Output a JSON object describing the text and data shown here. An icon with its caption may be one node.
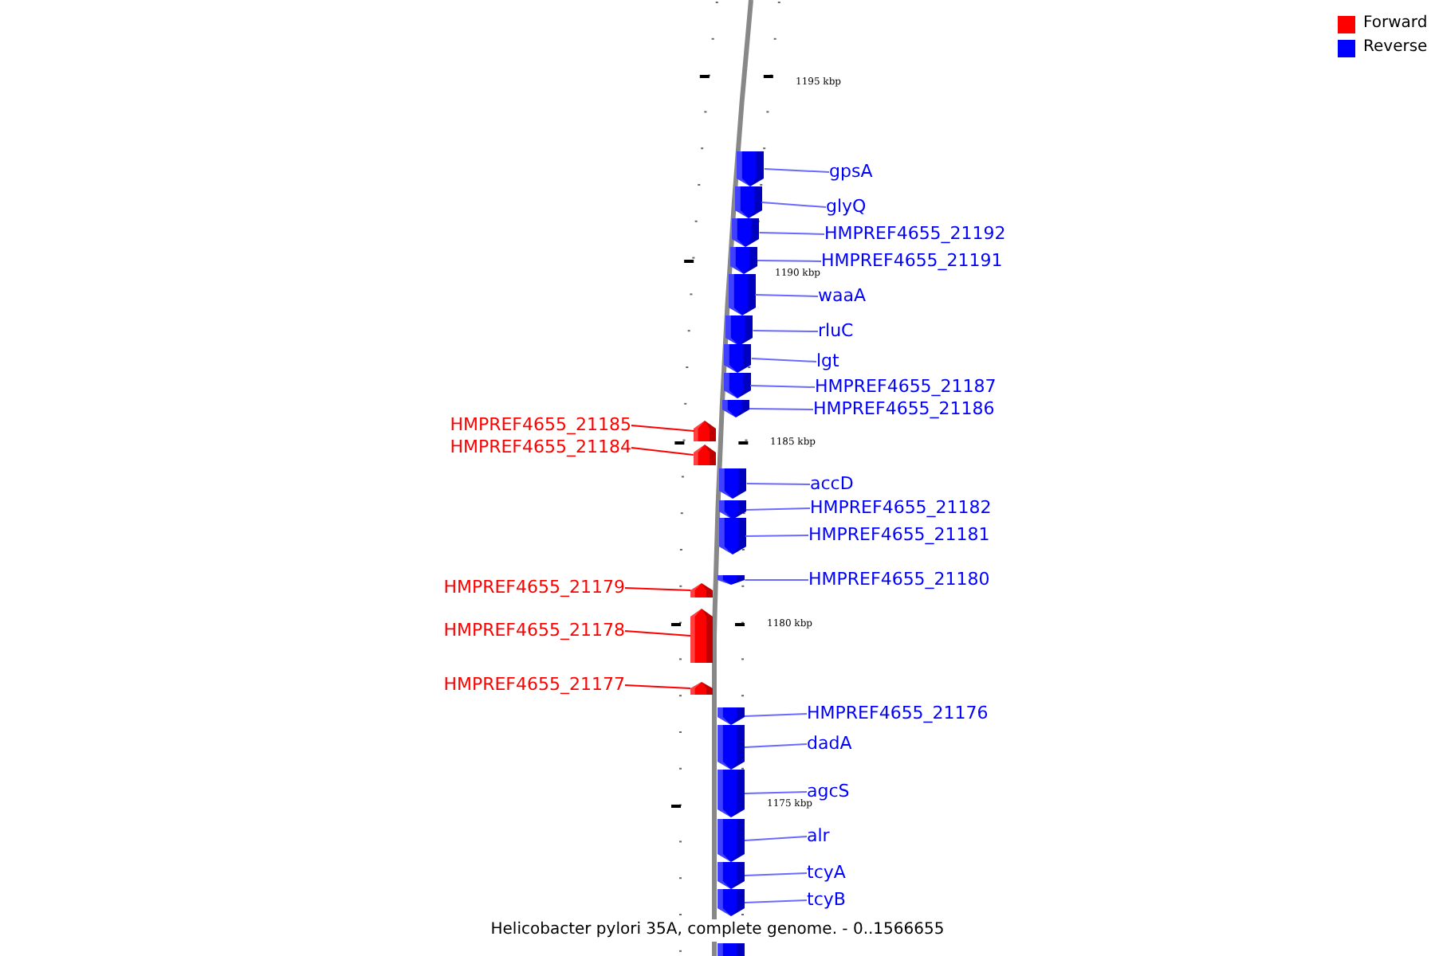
{
  "diagram": {
    "caption": "Helicobacter pylori 35A, complete genome. - 0..1566655",
    "nodes": [
      {
        "text": [
          "gpsA"
        ]
      },
      {
        "text": [],
        "shape": "bar"
      },
      {
        "text": [
          "glyQ"
        ]
      },
      {
        "text": [],
        "shape": "bar"
      },
      {
        "text": [
          "HMPREF4655_21192"
        ]
      },
      {
        "text": [],
        "shape": "bar"
      },
      {
        "text": [
          "HMPREF4655_21191"
        ]
      },
      {
        "text": [],
        "shape": "bar"
      },
      {
        "text": [
          "waaA"
        ]
      },
      {
        "text": [],
        "shape": "bar"
      },
      {
        "text": [
          "rluC"
        ]
      },
      {
        "text": [],
        "shape": "bar"
      },
      {
        "text": [
          "lgt"
        ]
      },
      {
        "text": [],
        "shape": "bar"
      },
      {
        "text": [
          "HMPREF4655_21187"
        ]
      },
      {
        "text": [],
        "shape": "bar"
      },
      {
        "text": [
          "HMPREF4655_21186"
        ]
      },
      {
        "text": [],
        "shape": "bar"
      },
      {
        "text": [
          "HMPREF4655_21185"
        ]
      },
      {
        "text": [],
        "shape": "bar"
      },
      {
        "text": [
          "HMPREF4655_21184"
        ]
      },
      {
        "text": [],
        "shape": "bar"
      },
      {
        "text": [
          "accD"
        ]
      },
      {
        "text": [],
        "shape": "bar"
      },
      {
        "text": [
          "HMPREF4655_21182"
        ]
      },
      {
        "text": [],
        "shape": "bar"
      },
      {
        "text": [
          "HMPREF4655_21181"
        ]
      },
      {
        "text": [],
        "shape": "bar"
      },
      {
        "text": [
          "HMPREF4655_21180"
        ]
      },
      {
        "text": [],
        "shape": "bar"
      },
      {
        "text": [
          "HMPREF4655_21179"
        ]
      },
      {
        "text": [],
        "shape": "bar"
      },
      {
        "text": [
          "HMPREF4655_21178"
        ]
      },
      {
        "text": [],
        "shape": "bar"
      },
      {
        "text": [
          "HMPREF4655_21177"
        ]
      },
      {
        "text": [],
        "shape": "bar"
      },
      {
        "text": [
          "HMPREF4655_21176"
        ]
      },
      {
        "text": [],
        "shape": "bar"
      },
      {
        "text": [
          "dadA"
        ]
      },
      {
        "text": [],
        "shape": "bar"
      },
      {
        "text": [
          "agcS"
        ]
      },
      {
        "text": [],
        "shape": "bar"
      },
      {
        "text": [
          "alr"
        ]
      },
      {
        "text": [],
        "shape": "bar"
      },
      {
        "text": [
          "tcyA"
        ]
      },
      {
        "text": [],
        "shape": "bar"
      },
      {
        "text": [
          "tcyB"
        ]
      },
      {
        "text": [],
        "shape": "bar"
      },
      {
        "text": [],
        "shape": "bar"
      }
    ],
    "edges": [
      {
        "from": 0,
        "to": 1,
        "arrow": "none"
      },
      {
        "from": 2,
        "to": 3,
        "arrow": "none"
      },
      {
        "from": 4,
        "to": 5,
        "arrow": "none"
      },
      {
        "from": 6,
        "to": 7,
        "arrow": "none"
      },
      {
        "from": 8,
        "to": 9,
        "arrow": "none"
      },
      {
        "from": 10,
        "to": 11,
        "arrow": "none"
      },
      {
        "from": 12,
        "to": 13,
        "arrow": "none"
      },
      {
        "from": 14,
        "to": 15,
        "arrow": "none"
      },
      {
        "from": 16,
        "to": 17,
        "arrow": "none"
      },
      {
        "from": 18,
        "to": 19,
        "arrow": "none",
        "color": "#ff0000"
      },
      {
        "from": 20,
        "to": 21,
        "arrow": "none",
        "color": "#ff0000"
      },
      {
        "from": 22,
        "to": 23,
        "arrow": "none"
      },
      {
        "from": 24,
        "to": 25,
        "arrow": "none"
      },
      {
        "from": 26,
        "to": 27,
        "arrow": "none"
      },
      {
        "from": 28,
        "to": 29,
        "arrow": "none"
      },
      {
        "from": 30,
        "to": 31,
        "arrow": "none",
        "color": "#ff0000"
      },
      {
        "from": 32,
        "to": 33,
        "arrow": "none",
        "color": "#ff0000"
      },
      {
        "from": 34,
        "to": 35,
        "arrow": "none",
        "color": "#ff0000"
      },
      {
        "from": 36,
        "to": 37,
        "arrow": "none"
      },
      {
        "from": 38,
        "to": 39,
        "arrow": "none"
      },
      {
        "from": 40,
        "to": 41,
        "arrow": "none"
      },
      {
        "from": 42,
        "to": 43,
        "arrow": "none"
      },
      {
        "from": 44,
        "to": 45,
        "arrow": "none"
      },
      {
        "from": 46,
        "to": 47,
        "arrow": "none"
      }
    ],
    "labels": [
      "1195 kbp",
      "1190 kbp",
      "1185 kbp",
      "1180 kbp",
      "1175 kbp"
    ],
    "legend": [
      {
        "text": "Forward",
        "color": "#ff0000"
      },
      {
        "text": "Reverse",
        "color": "#0000ff"
      }
    ]
  }
}
